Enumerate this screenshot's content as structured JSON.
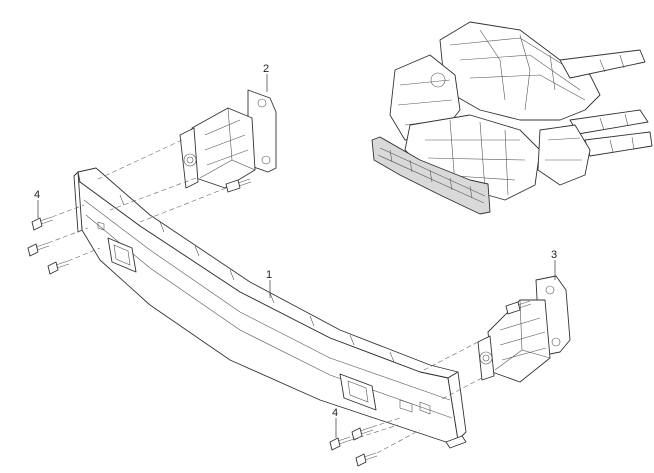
{
  "callouts": [
    {
      "id": "1",
      "label": "1"
    },
    {
      "id": "2",
      "label": "2"
    },
    {
      "id": "3",
      "label": "3"
    },
    {
      "id": "4a",
      "label": "4"
    },
    {
      "id": "4b",
      "label": "4"
    }
  ],
  "colors": {
    "line": "#333333",
    "fill": "#ffffff",
    "highlight": "#d9d9d9"
  }
}
